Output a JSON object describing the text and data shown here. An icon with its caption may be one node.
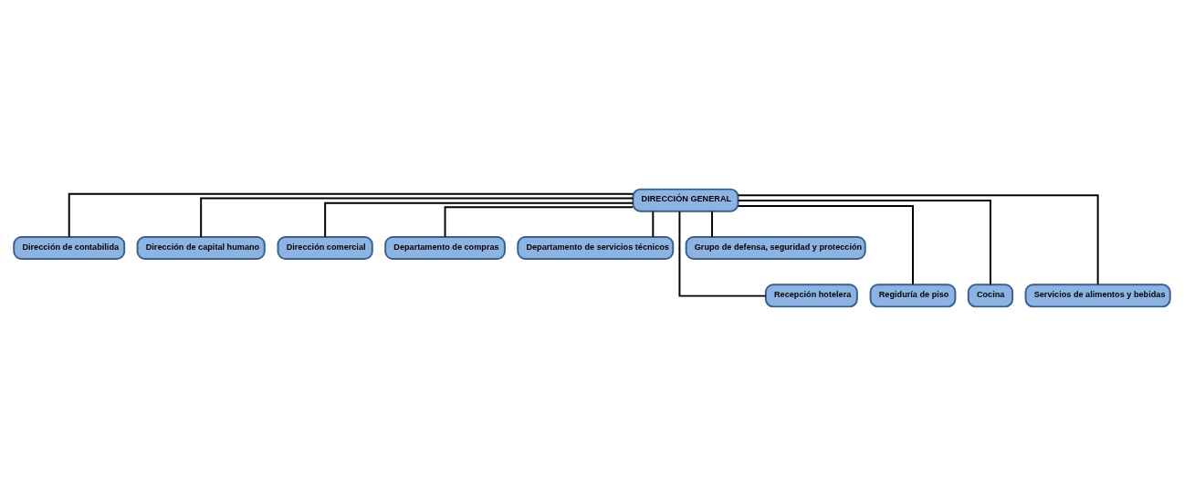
{
  "diagram": {
    "nodes": [
      {
        "text": [
          "DIRECCIÓN GENERAL"
        ]
      },
      {
        "text": [
          "Dirección de contabilida"
        ]
      },
      {
        "text": [
          "Dirección de capital humano"
        ]
      },
      {
        "text": [
          "Dirección comercial"
        ]
      },
      {
        "text": [
          "Departamento de compras"
        ]
      },
      {
        "text": [
          "Departamento de servicios técnicos"
        ]
      },
      {
        "text": [
          "Grupo de defensa, seguridad y protección"
        ]
      },
      {
        "text": [
          "Recepción hotelera"
        ]
      },
      {
        "text": [
          "Regiduría de piso"
        ]
      },
      {
        "text": [
          "Cocina"
        ]
      },
      {
        "text": [
          "Servicios de alimentos y bebidas"
        ]
      }
    ],
    "edges": [
      {
        "from": 0,
        "to": 1,
        "arrow": "none"
      },
      {
        "from": 0,
        "to": 2,
        "arrow": "none"
      },
      {
        "from": 0,
        "to": 3,
        "arrow": "none"
      },
      {
        "from": 0,
        "to": 4,
        "arrow": "none"
      },
      {
        "from": 0,
        "to": 5,
        "arrow": "none"
      },
      {
        "from": 0,
        "to": 6,
        "arrow": "none"
      },
      {
        "from": 0,
        "to": 7,
        "arrow": "none"
      },
      {
        "from": 0,
        "to": 8,
        "arrow": "none"
      },
      {
        "from": 0,
        "to": 9,
        "arrow": "none"
      },
      {
        "from": 0,
        "to": 10,
        "arrow": "none"
      }
    ]
  }
}
